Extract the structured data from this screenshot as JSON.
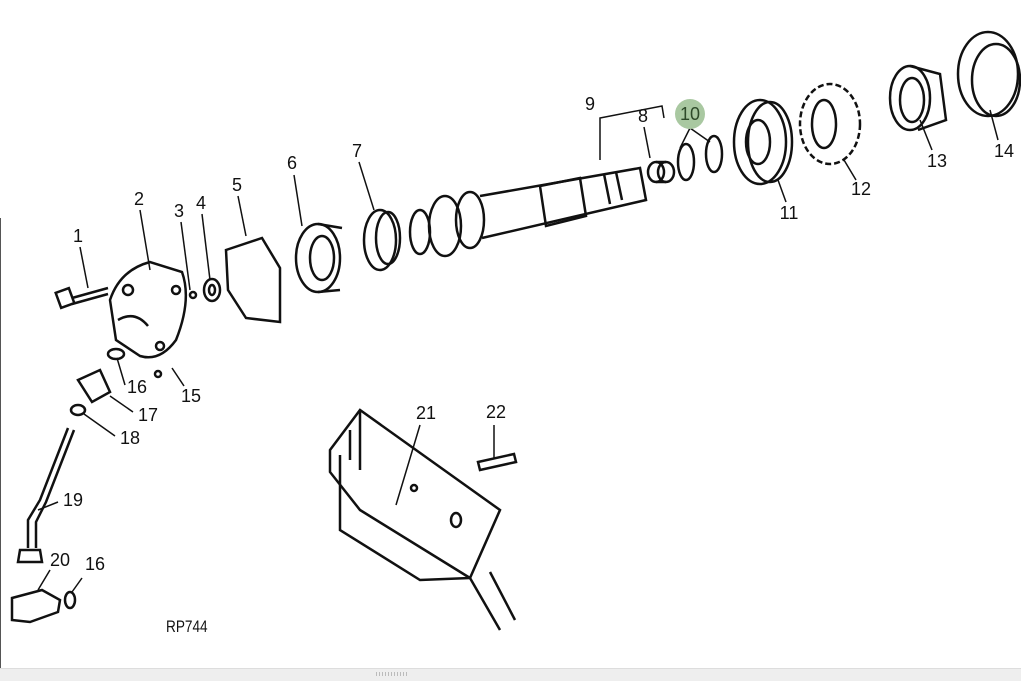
{
  "diagram": {
    "code": "RP744",
    "highlight_color": "#a9c8a1",
    "callouts": [
      {
        "id": "c1",
        "text": "1"
      },
      {
        "id": "c2",
        "text": "2"
      },
      {
        "id": "c3",
        "text": "3"
      },
      {
        "id": "c4",
        "text": "4"
      },
      {
        "id": "c5",
        "text": "5"
      },
      {
        "id": "c6",
        "text": "6"
      },
      {
        "id": "c7",
        "text": "7"
      },
      {
        "id": "c8",
        "text": "8"
      },
      {
        "id": "c9",
        "text": "9"
      },
      {
        "id": "c10",
        "text": "10"
      },
      {
        "id": "c11",
        "text": "11"
      },
      {
        "id": "c12",
        "text": "12"
      },
      {
        "id": "c13",
        "text": "13"
      },
      {
        "id": "c14",
        "text": "14"
      },
      {
        "id": "c15",
        "text": "15"
      },
      {
        "id": "c16a",
        "text": "16"
      },
      {
        "id": "c17",
        "text": "17"
      },
      {
        "id": "c18",
        "text": "18"
      },
      {
        "id": "c19",
        "text": "19"
      },
      {
        "id": "c20",
        "text": "20"
      },
      {
        "id": "c16b",
        "text": "16"
      },
      {
        "id": "c21",
        "text": "21"
      },
      {
        "id": "c22",
        "text": "22"
      }
    ]
  }
}
